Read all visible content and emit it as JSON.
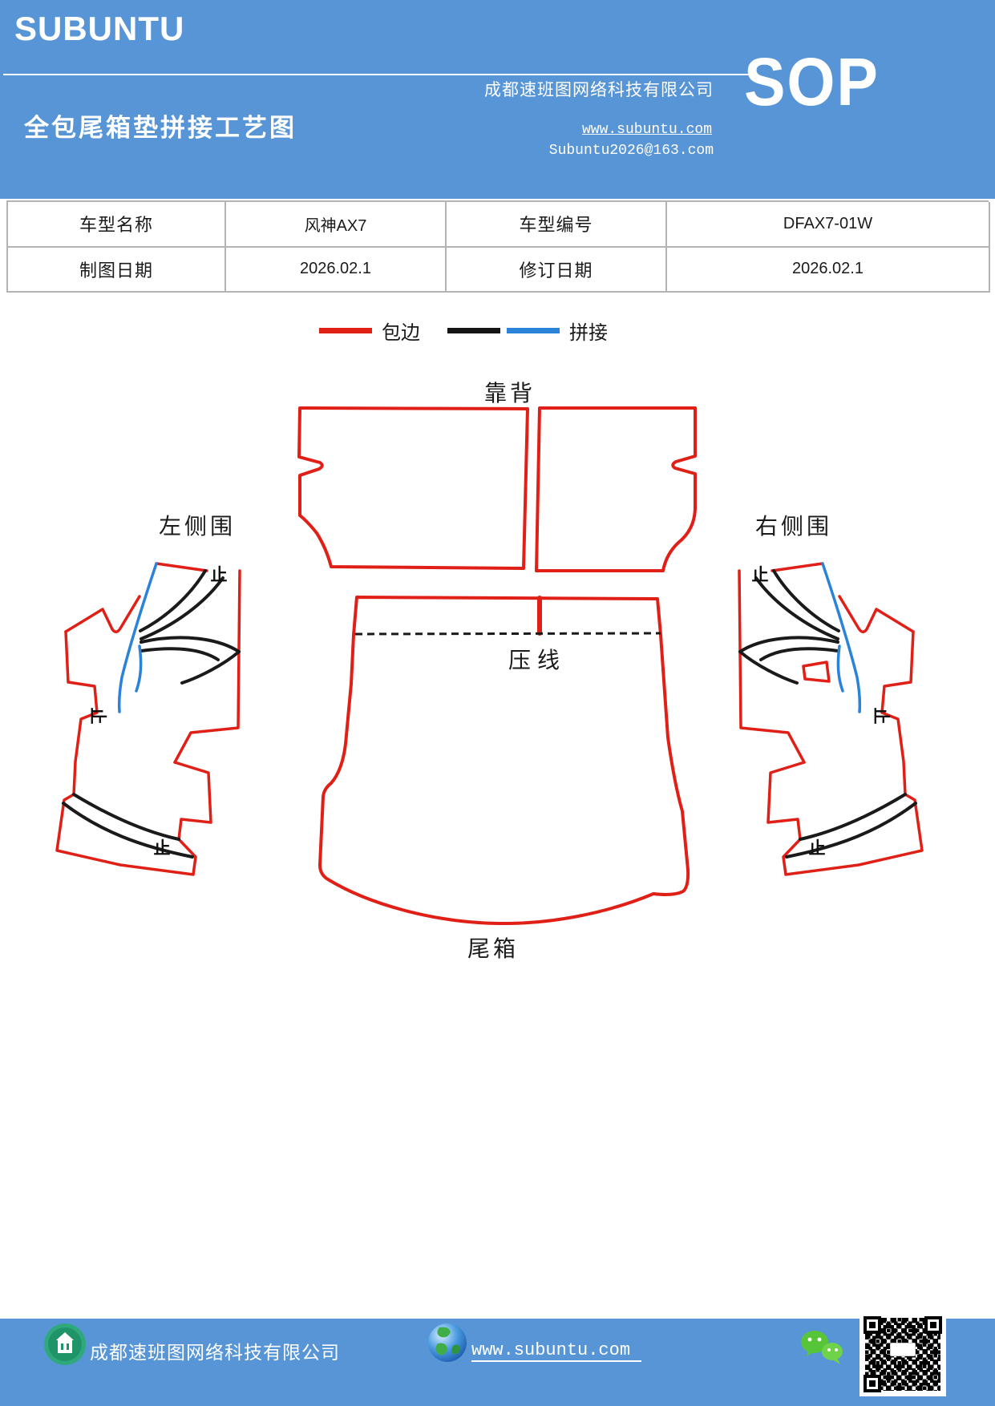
{
  "header": {
    "logo": "SUBUNTU",
    "title": "全包尾箱垫拼接工艺图",
    "company": "成都速班图网络科技有限公司",
    "website": "www.subuntu.com",
    "email": "Subuntu2026@163.com",
    "sop": "SOP"
  },
  "info_table": {
    "rows": [
      [
        "车型名称",
        "风神AX7",
        "车型编号",
        "DFAX7-01W"
      ],
      [
        "制图日期",
        "2026.02.1",
        "修订日期",
        "2026.02.1"
      ]
    ]
  },
  "legend": {
    "binding_label": "包边",
    "splice_label": "拼接"
  },
  "diagram": {
    "backrest_label": "靠背",
    "press_line_label": "压线",
    "trunk_label": "尾箱",
    "left_side_label": "左侧围",
    "right_side_label": "右侧围",
    "stop_mark": "止",
    "colors": {
      "outline_red": "#e02017",
      "stitch_black": "#1a1a1a",
      "splice_blue": "#2b82d9",
      "band_blue": "#5895d6"
    }
  },
  "footer": {
    "company": "成都速班图网络科技有限公司",
    "website": "www.subuntu.com"
  }
}
